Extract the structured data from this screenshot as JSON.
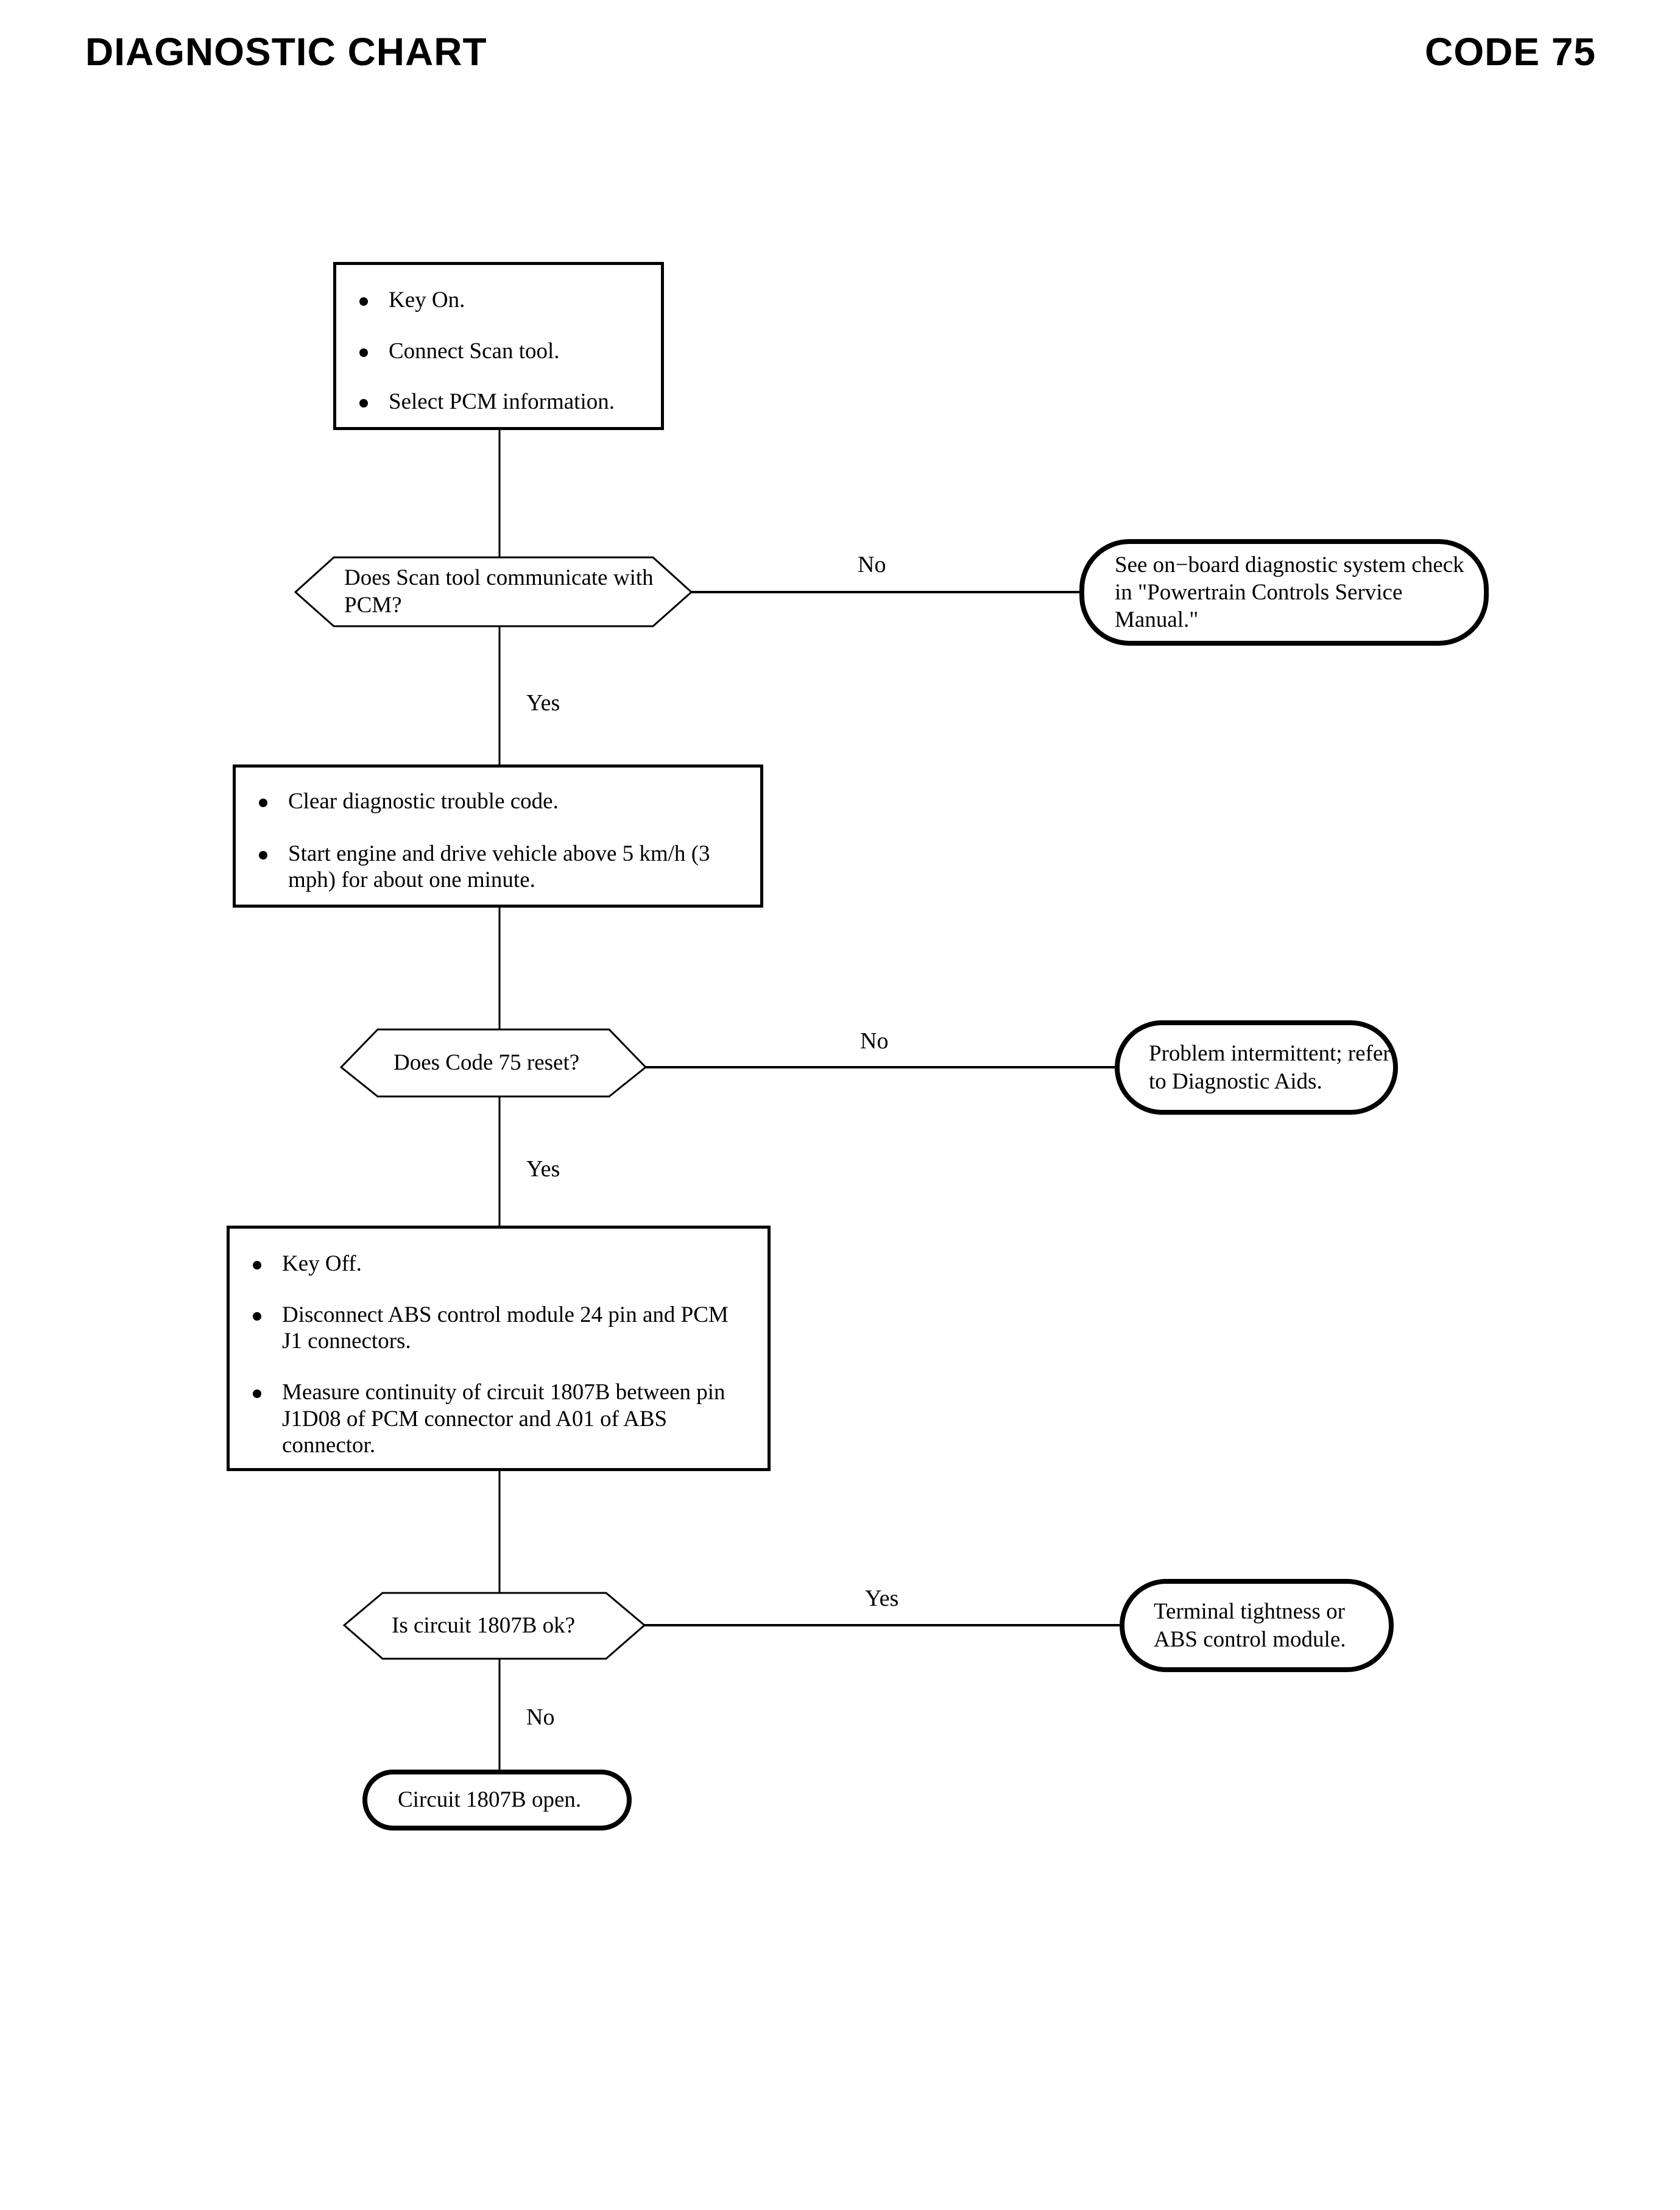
{
  "header": {
    "title": "DIAGNOSTIC CHART",
    "code": "CODE 75"
  },
  "chart_data": {
    "type": "flowchart",
    "title": "DIAGNOSTIC CHART",
    "code": "CODE 75",
    "nodes": [
      {
        "id": "step1",
        "shape": "process",
        "lines": [
          "Key On.",
          "Connect Scan tool.",
          "Select PCM information."
        ]
      },
      {
        "id": "decision1",
        "shape": "decision",
        "lines": [
          "Does Scan tool communicate",
          "with PCM?"
        ]
      },
      {
        "id": "terminator1",
        "shape": "terminator",
        "lines": [
          "See on−board diagnostic system",
          "check in \"Powertrain Controls",
          "Service Manual.\""
        ]
      },
      {
        "id": "step2",
        "shape": "process",
        "lines": [
          "Clear diagnostic trouble code.",
          "Start engine and drive vehicle above 5 km/h (3 mph) for about one minute."
        ]
      },
      {
        "id": "decision2",
        "shape": "decision",
        "lines": [
          "Does Code 75 reset?"
        ]
      },
      {
        "id": "terminator2",
        "shape": "terminator",
        "lines": [
          "Problem intermittent;",
          "refer to Diagnostic Aids."
        ]
      },
      {
        "id": "step3",
        "shape": "process",
        "lines": [
          "Key Off.",
          "Disconnect ABS control module 24 pin and PCM J1 connectors.",
          "Measure continuity of circuit 1807B between pin J1D08 of PCM connector and A01 of ABS connector."
        ]
      },
      {
        "id": "decision3",
        "shape": "decision",
        "lines": [
          "Is circuit 1807B ok?"
        ]
      },
      {
        "id": "terminator3",
        "shape": "terminator",
        "lines": [
          "Terminal tightness or",
          "ABS control module."
        ]
      },
      {
        "id": "terminator4",
        "shape": "terminator",
        "lines": [
          "Circuit 1807B open."
        ]
      }
    ],
    "edges": [
      {
        "from": "step1",
        "to": "decision1",
        "label": ""
      },
      {
        "from": "decision1",
        "to": "terminator1",
        "label": "No"
      },
      {
        "from": "decision1",
        "to": "step2",
        "label": "Yes"
      },
      {
        "from": "step2",
        "to": "decision2",
        "label": ""
      },
      {
        "from": "decision2",
        "to": "terminator2",
        "label": "No"
      },
      {
        "from": "decision2",
        "to": "step3",
        "label": "Yes"
      },
      {
        "from": "step3",
        "to": "decision3",
        "label": ""
      },
      {
        "from": "decision3",
        "to": "terminator3",
        "label": "Yes"
      },
      {
        "from": "decision3",
        "to": "terminator4",
        "label": "No"
      }
    ]
  },
  "step1": {
    "b1": "Key On.",
    "b2": "Connect Scan tool.",
    "b3": "Select PCM information."
  },
  "decision1": {
    "l1": "Does Scan tool communicate",
    "l2": "with PCM?"
  },
  "terminator1": {
    "l1": "See on−board diagnostic system",
    "l2": "check in \"Powertrain Controls",
    "l3": "Service Manual.\""
  },
  "step2": {
    "b1": "Clear diagnostic trouble code.",
    "b2_l1": "Start engine and drive vehicle above 5 km/h",
    "b2_l2": "(3 mph) for about one minute."
  },
  "decision2": {
    "l1": "Does Code 75 reset?"
  },
  "terminator2": {
    "l1": "Problem intermittent;",
    "l2": "refer to Diagnostic Aids."
  },
  "step3": {
    "b1": "Key Off.",
    "b2_l1": "Disconnect ABS control module 24 pin",
    "b2_l2": "and PCM J1 connectors.",
    "b3_l1": "Measure continuity of circuit 1807B between",
    "b3_l2": "pin J1D08 of PCM connector and A01 of",
    "b3_l3": "ABS connector."
  },
  "decision3": {
    "l1": "Is circuit 1807B ok?"
  },
  "terminator3": {
    "l1": "Terminal tightness or",
    "l2": "ABS control module."
  },
  "terminator4": {
    "l1": "Circuit 1807B open."
  },
  "labels": {
    "no1": "No",
    "yes1": "Yes",
    "no2": "No",
    "yes2": "Yes",
    "yes3": "Yes",
    "no3": "No"
  }
}
